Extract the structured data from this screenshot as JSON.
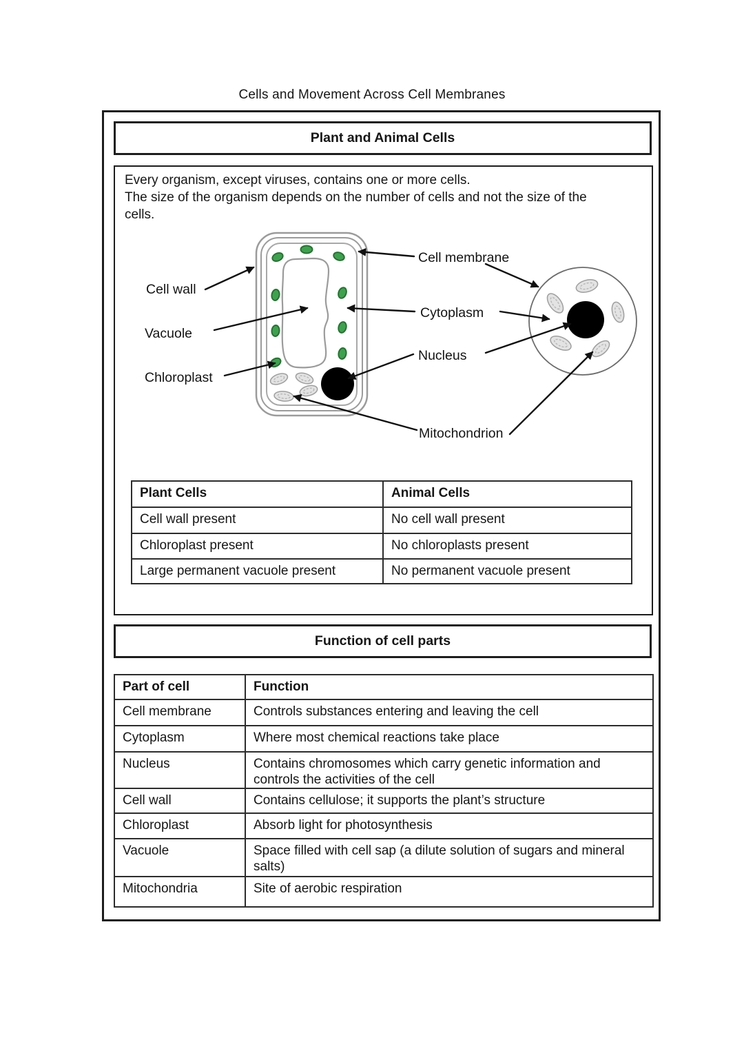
{
  "page": {
    "title": "Cells and Movement Across Cell Membranes"
  },
  "section1": {
    "header": "Plant and Animal Cells",
    "intro_lines": [
      "Every organism, except viruses, contains one or more cells.",
      "The size of the organism depends on the number of cells and not the size of the",
      "cells."
    ]
  },
  "diagram": {
    "labels": {
      "cell_wall": "Cell wall",
      "vacuole": "Vacuole",
      "chloroplast": "Chloroplast",
      "cell_membrane": "Cell membrane",
      "cytoplasm": "Cytoplasm",
      "nucleus": "Nucleus",
      "mitochondrion": "Mitochondrion"
    },
    "colors": {
      "chloroplast_green": "#3da24d",
      "chloroplast_rim_green": "#267232",
      "organelle_grey": "#e3e3e3",
      "outline_grey": "#9b9b9b",
      "nucleus_black": "#000000",
      "arrow_black": "#111111"
    }
  },
  "comparison_table": {
    "headers": [
      "Plant Cells",
      "Animal Cells"
    ],
    "rows": [
      [
        "Cell wall present",
        "No cell wall present"
      ],
      [
        "Chloroplast present",
        "No chloroplasts present"
      ],
      [
        "Large permanent vacuole present",
        "No permanent vacuole present"
      ]
    ]
  },
  "section2": {
    "header": "Function of cell parts"
  },
  "function_table": {
    "headers": [
      "Part of cell",
      "Function"
    ],
    "rows": [
      [
        "Cell membrane",
        "Controls substances entering and leaving the cell"
      ],
      [
        "Cytoplasm",
        "Where most chemical reactions take place"
      ],
      [
        "Nucleus",
        "Contains chromosomes which carry genetic information and controls the activities of the cell"
      ],
      [
        "Cell wall",
        "Contains cellulose; it supports the plant’s structure"
      ],
      [
        "Chloroplast",
        "Absorb light for photosynthesis"
      ],
      [
        "Vacuole",
        "Space filled with cell sap (a dilute solution of sugars and mineral salts)"
      ],
      [
        "Mitochondria",
        "Site of aerobic respiration"
      ]
    ]
  }
}
